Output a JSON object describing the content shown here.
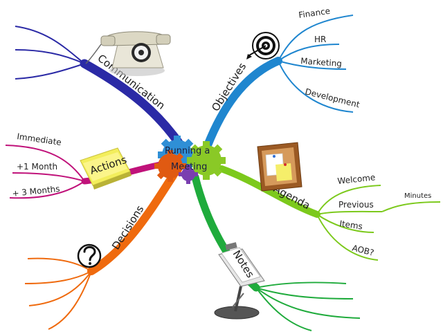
{
  "center": {
    "lines": [
      "Running a",
      "Meeting"
    ]
  },
  "branches": {
    "communication": {
      "label": "Communication",
      "color": "#2b2aa6",
      "icon": "telephone-icon"
    },
    "objectives": {
      "label": "Objectives",
      "color": "#1f86cf",
      "icon": "target-icon",
      "children": [
        "Finance",
        "HR",
        "Marketing",
        "Development"
      ]
    },
    "actions": {
      "label": "Actions",
      "color": "#c0127a",
      "icon": "sticky-note-icon",
      "children": [
        "Immediate",
        "+1 Month",
        "+ 3 Months"
      ]
    },
    "agenda": {
      "label": "Agenda",
      "color": "#7cc91c",
      "icon": "corkboard-icon",
      "children": [
        "Welcome",
        "Previous",
        "Items",
        "AOB?"
      ],
      "sub": "Minutes"
    },
    "decisions": {
      "label": "Decisions",
      "color": "#ef6a0e",
      "icon": "question-icon"
    },
    "notes": {
      "label": "Notes",
      "color": "#1fab3c",
      "icon": "clipboard-stand-icon"
    }
  },
  "colors": {
    "gear_blue": "#2f8fd6",
    "gear_orange": "#e05a12",
    "gear_green": "#8ac926",
    "gear_purple": "#7a3fb0"
  }
}
